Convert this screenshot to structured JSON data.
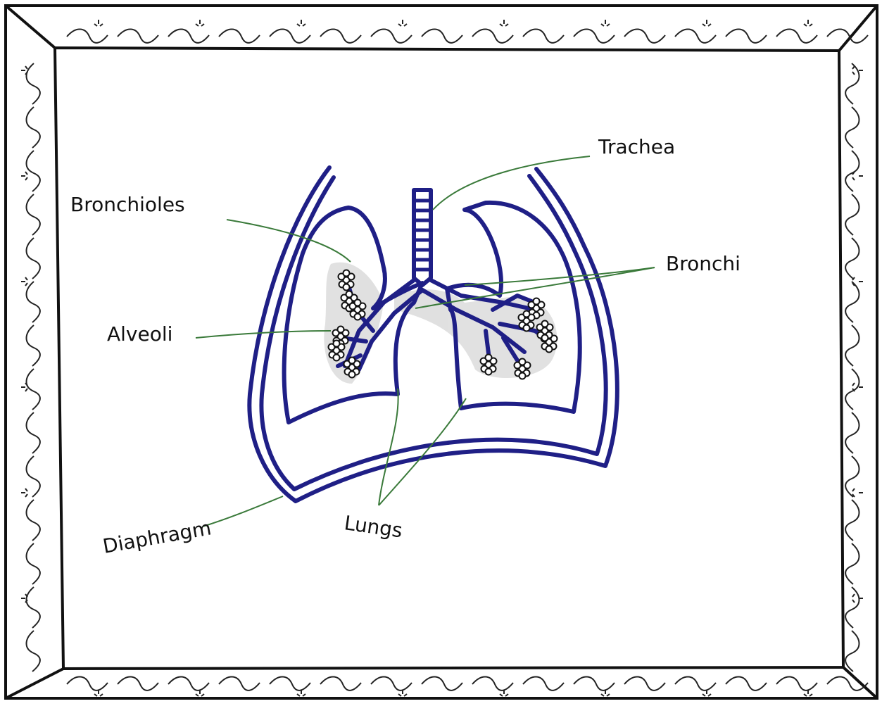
{
  "diagram": {
    "labels": {
      "trachea": "Trachea",
      "bronchioles": "Bronchioles",
      "bronchi": "Bronchi",
      "alveoli": "Alveoli",
      "diaphragm": "Diaphragm",
      "lungs": "Lungs"
    }
  },
  "colors": {
    "outline": "#1f1f86",
    "leader": "#3a7a3a",
    "frame": "#111111",
    "shading": "#cfcfcf"
  }
}
